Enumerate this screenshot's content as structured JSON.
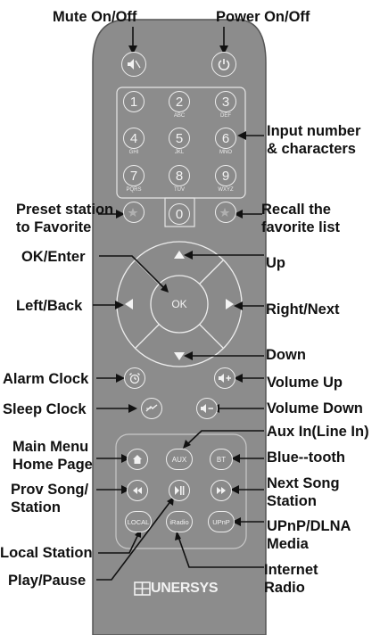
{
  "labels": {
    "mute": "Mute On/Off",
    "power": "Power On/Off",
    "input": "Input number\n& characters",
    "preset": "Preset station\nto Favorite",
    "recall": "Recall the\nfavorite list",
    "ok": "OK/Enter",
    "up": "Up",
    "left": "Left/Back",
    "right": "Right/Next",
    "down": "Down",
    "alarm": "Alarm Clock",
    "volume_up": "Volume Up",
    "sleep": "Sleep Clock",
    "volume_down": "Volume Down",
    "aux": "Aux In(Line In)",
    "main_menu": "Main Menu\nHome Page",
    "bluetooth": "Blue--tooth",
    "prev": "Prov Song/\nStation",
    "next": "Next Song\nStation",
    "upnp": "UPnP/DLNA\nMedia",
    "local": "Local Station",
    "play": "Play/Pause",
    "internet": "Internet\nRadio"
  },
  "keypad": [
    {
      "num": "1",
      "sub": ""
    },
    {
      "num": "2",
      "sub": "ABC"
    },
    {
      "num": "3",
      "sub": "DEF"
    },
    {
      "num": "4",
      "sub": "GHI"
    },
    {
      "num": "5",
      "sub": "JKL"
    },
    {
      "num": "6",
      "sub": "MNO"
    },
    {
      "num": "7",
      "sub": "PQRS"
    },
    {
      "num": "8",
      "sub": "TUV"
    },
    {
      "num": "9",
      "sub": "WXYZ"
    },
    {
      "num": "0",
      "sub": ""
    }
  ],
  "buttons": {
    "ok": "OK",
    "aux": "AUX",
    "bt": "BT",
    "local": "LOCAL",
    "iradio": "iRadio",
    "upnp": "UPnP"
  },
  "brand": "UNERSYS",
  "icons": {
    "mute": "mute-icon",
    "power": "power-icon",
    "alarm": "alarm-icon",
    "volume_up": "volume-up-icon",
    "sleep": "sleep-icon",
    "volume_down": "volume-down-icon",
    "home": "home-icon",
    "prev": "previous-icon",
    "next": "next-icon",
    "play": "play-pause-icon"
  }
}
